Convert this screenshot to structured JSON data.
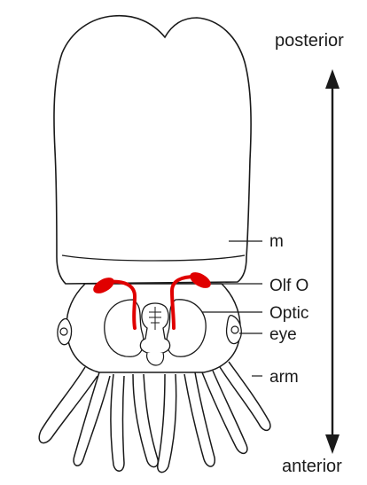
{
  "figure": {
    "labels": {
      "posterior": "posterior",
      "anterior": "anterior",
      "mantle": "m",
      "olfactory_organ": "Olf O",
      "optic": "Optic",
      "eye": "eye",
      "arm": "arm"
    },
    "colors": {
      "outline": "#1a1a1a",
      "olfactory_nerve": "#e00000",
      "background": "#ffffff"
    }
  }
}
